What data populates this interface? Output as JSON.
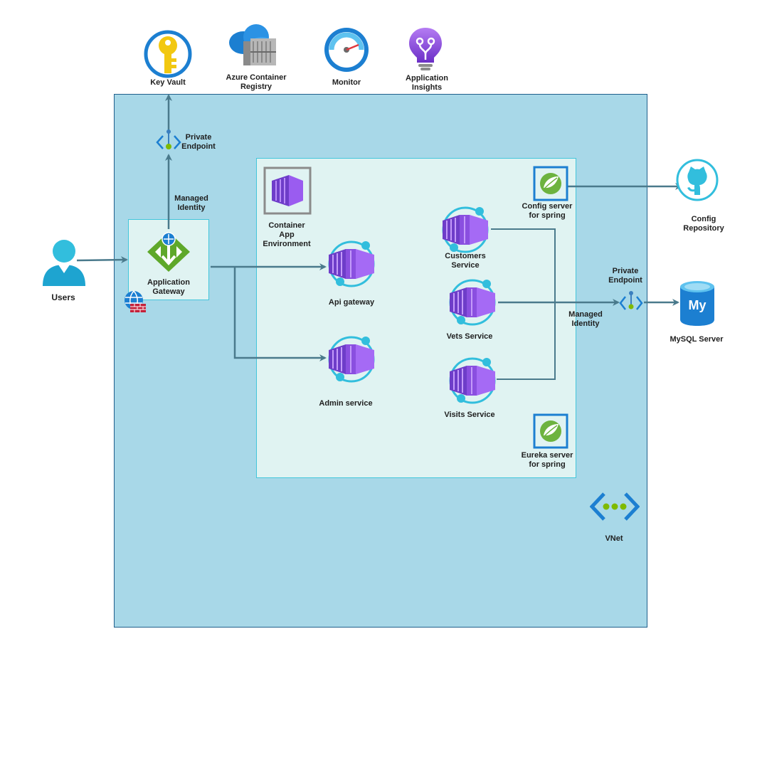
{
  "top_services": {
    "key_vault": "Key Vault",
    "acr": "Azure Container\nRegistry",
    "monitor": "Monitor",
    "app_insights": "Application\nInsights"
  },
  "vnet": {
    "label": "VNet",
    "private_endpoint_top": "Private\nEndpoint",
    "managed_identity_top": "Managed\nIdentity",
    "app_gateway": "Application\nGateway",
    "cae": {
      "label": "Container\nApp\nEnvironment",
      "api_gateway": "Api gateway",
      "admin_service": "Admin service",
      "customers_service": "Customers\nService",
      "vets_service": "Vets Service",
      "visits_service": "Visits Service",
      "config_server": "Config server\nfor spring",
      "eureka_server": "Eureka server\nfor spring"
    },
    "managed_identity_right": "Managed\nIdentity"
  },
  "external": {
    "users": "Users",
    "config_repo": "Config\nRepository",
    "private_endpoint_right": "Private\nEndpoint",
    "mysql": "MySQL Server"
  },
  "icon_text": {
    "mysql_badge": "My"
  },
  "colors": {
    "vnet_fill": "#a8d8e8",
    "vnet_border": "#1f5f8b",
    "cae_fill": "#e0f3f2",
    "cae_border": "#43c6db",
    "arrow": "#4a7a8c",
    "container_purple": "#8a4fe0",
    "container_cyan": "#32bedd"
  }
}
